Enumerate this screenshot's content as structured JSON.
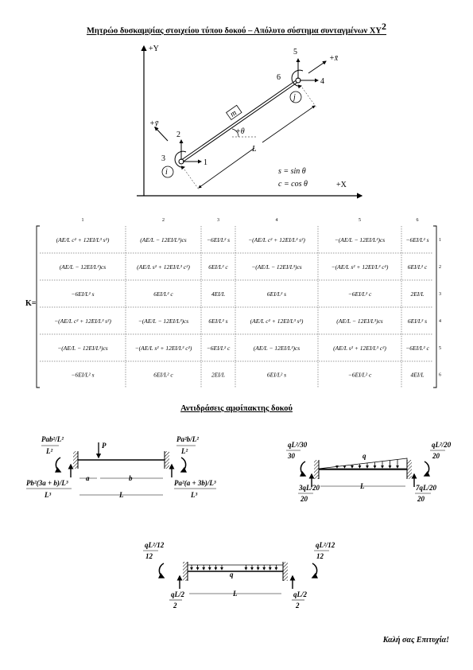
{
  "title": "Μητρώο δυσκαμψίας στοιχείου τύπου δοκού – Απόλυτο σύστημα συνταγμένων XY",
  "title_sup": "2",
  "frame": {
    "axis_Y": "+Y",
    "axis_X": "+X",
    "axis_x_local": "+x̄",
    "axis_y_local": "+ȳ",
    "theta": "+θ",
    "length": "L",
    "member": "m",
    "node_i": "i",
    "node_j": "j",
    "dof": [
      "1",
      "2",
      "3",
      "4",
      "5",
      "6"
    ],
    "s_def": "s = sin θ",
    "c_def": "c = cos θ"
  },
  "matrix": {
    "label": "K=",
    "col_numbers": [
      "1",
      "2",
      "3",
      "4",
      "5",
      "6"
    ],
    "row_numbers": [
      "1",
      "2",
      "3",
      "4",
      "5",
      "6"
    ],
    "cells": [
      [
        "(AE/L c² + 12EI/L³ s²)",
        "(AE/L − 12EI/L³)cs",
        "−6EI/L² s",
        "−(AE/L c² + 12EI/L³ s²)",
        "−(AE/L − 12EI/L³)cs",
        "−6EI/L² s"
      ],
      [
        "(AE/L − 12EI/L³)cs",
        "(AE/L s² + 12EI/L³ c²)",
        "6EI/L² c",
        "−(AE/L − 12EI/L³)cs",
        "−(AE/L s² + 12EI/L³ c²)",
        "6EI/L² c"
      ],
      [
        "−6EI/L² s",
        "6EI/L² c",
        "4EI/L",
        "6EI/L² s",
        "−6EI/L² c",
        "2EI/L"
      ],
      [
        "−(AE/L c² + 12EI/L³ s²)",
        "−(AE/L − 12EI/L³)cs",
        "6EI/L² s",
        "(AE/L c² + 12EI/L³ s²)",
        "(AE/L − 12EI/L³)cs",
        "6EI/L² s"
      ],
      [
        "−(AE/L − 12EI/L³)cs",
        "−(AE/L s² + 12EI/L³ c²)",
        "−6EI/L² c",
        "(AE/L − 12EI/L³)cs",
        "(AE/L s² + 12EI/L³ c²)",
        "−6EI/L² c"
      ],
      [
        "−6EI/L² s",
        "6EI/L² c",
        "2EI/L",
        "6EI/L² s",
        "−6EI/L² c",
        "4EI/L"
      ]
    ]
  },
  "section_title": "Αντιδράσεις αμφίπακτης δοκού",
  "beam_point": {
    "m_left": "Pab²/L²",
    "m_right": "Pa²b/L²",
    "r_left": "Pb²(3a + b)/L³",
    "r_right": "Pa²(a + 3b)/L³",
    "load": "P",
    "a": "a",
    "b": "b",
    "L": "L"
  },
  "beam_triangular": {
    "m_left": "qL²/30",
    "m_right": "qL²/20",
    "r_left": "3qL/20",
    "r_right": "7qL/20",
    "load": "q",
    "L": "L"
  },
  "beam_uniform": {
    "m_left": "qL²/12",
    "m_right": "qL²/12",
    "r_left": "qL/2",
    "r_right": "qL/2",
    "load": "q",
    "L": "L"
  },
  "closing": "Καλή σας Επιτυχία!"
}
